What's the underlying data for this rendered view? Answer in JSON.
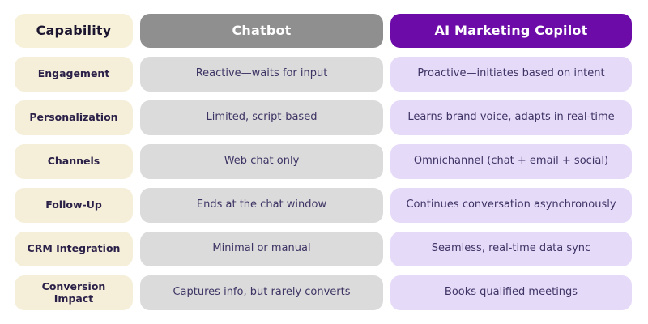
{
  "colors": {
    "background": "#ffffff",
    "capability_header_bg": "#f7f1da",
    "chatbot_header_bg": "#8f8f8f",
    "copilot_header_bg": "#6c0ba8",
    "row_label_bg": "#f5efda",
    "chatbot_cell_bg": "#dbdbdb",
    "copilot_cell_bg": "#e6daf9",
    "header_text": "#ffffff",
    "dark_text": "#2b2148",
    "cell_text": "#3e3464"
  },
  "table": {
    "header": {
      "capability": "Capability",
      "chatbot": "Chatbot",
      "copilot": "AI Marketing Copilot"
    },
    "rows": [
      {
        "label": "Engagement",
        "chatbot": "Reactive—waits for input",
        "copilot": "Proactive—initiates based on intent"
      },
      {
        "label": "Personalization",
        "chatbot": "Limited, script-based",
        "copilot": "Learns brand voice, adapts in real-time"
      },
      {
        "label": "Channels",
        "chatbot": "Web chat only",
        "copilot": "Omnichannel (chat + email + social)"
      },
      {
        "label": "Follow-Up",
        "chatbot": "Ends at the chat window",
        "copilot": "Continues conversation asynchronously"
      },
      {
        "label": "CRM Integration",
        "chatbot": "Minimal or manual",
        "copilot": "Seamless, real-time data sync"
      },
      {
        "label": "Conversion Impact",
        "chatbot": "Captures info, but rarely converts",
        "copilot": "Books qualified meetings"
      }
    ]
  },
  "chart_data": {
    "type": "table",
    "title": "Chatbot vs AI Marketing Copilot capability comparison",
    "columns": [
      "Capability",
      "Chatbot",
      "AI Marketing Copilot"
    ],
    "rows": [
      [
        "Engagement",
        "Reactive—waits for input",
        "Proactive—initiates based on intent"
      ],
      [
        "Personalization",
        "Limited, script-based",
        "Learns brand voice, adapts in real-time"
      ],
      [
        "Channels",
        "Web chat only",
        "Omnichannel (chat + email + social)"
      ],
      [
        "Follow-Up",
        "Ends at the chat window",
        "Continues conversation asynchronously"
      ],
      [
        "CRM Integration",
        "Minimal or manual",
        "Seamless, real-time data sync"
      ],
      [
        "Conversion Impact",
        "Captures info, but rarely converts",
        "Books qualified meetings"
      ]
    ],
    "legend_position": "none",
    "grid": false
  }
}
